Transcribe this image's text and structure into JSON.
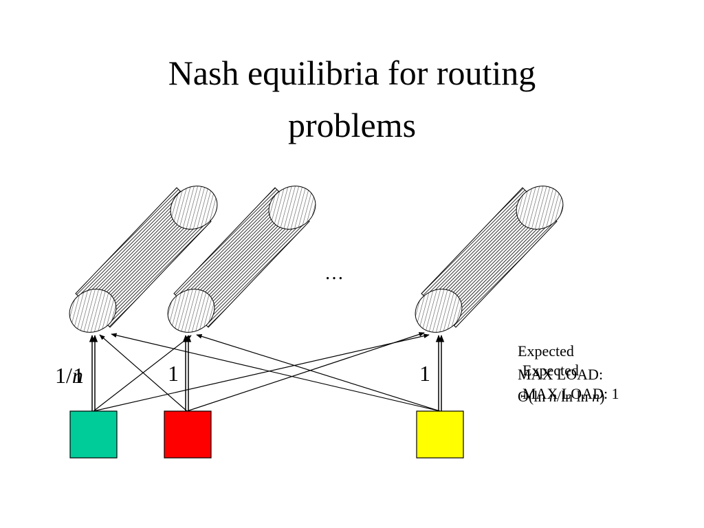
{
  "title": {
    "line1": "Nash equilibria for routing",
    "line2": "problems"
  },
  "ellipsis": "…",
  "link_labels": {
    "first_a": "1/",
    "first_b": "1",
    "first_n": "n",
    "second": "1",
    "third": "1"
  },
  "expected_load_ne": {
    "line1": "Expected",
    "line2": "MAX LOAD:",
    "line3_a": "Θ(ln ",
    "line3_n1": "n",
    "line3_b": "/ln ln ",
    "line3_n2": "n",
    "line3_c": ")"
  },
  "expected_load_opt": {
    "line1": "Expected",
    "line2": "MAX LOAD: 1"
  },
  "colors": {
    "user_1": "#00cc99",
    "user_2": "#ff0000",
    "user_3": "#ffff00"
  },
  "icons": [
    "cylinder-link-icon",
    "user-square-icon",
    "arrow-icon"
  ]
}
